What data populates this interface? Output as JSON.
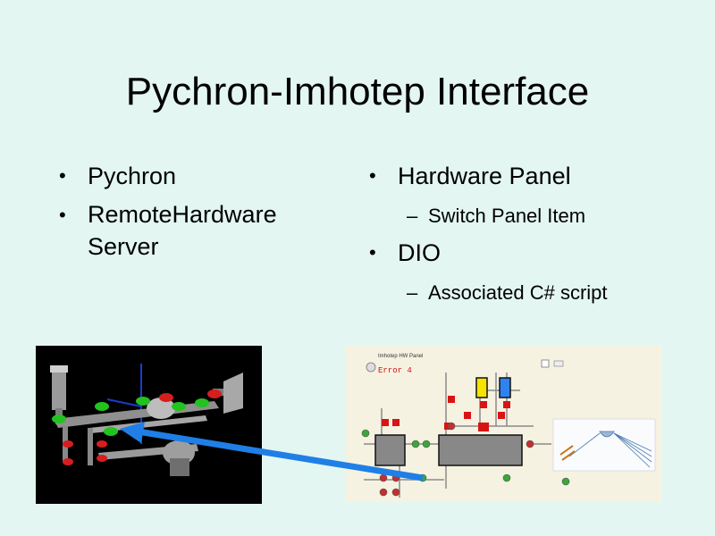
{
  "slide": {
    "title": "Pychron-Imhotep Interface",
    "left_bullets": [
      {
        "text": "Pychron"
      },
      {
        "text": "RemoteHardware\nServer"
      }
    ],
    "right_bullets": [
      {
        "text": "Hardware Panel",
        "sub": "Switch Panel Item"
      },
      {
        "text": "DIO",
        "sub": "Associated C# script"
      }
    ]
  },
  "hardware_panel": {
    "error_text": "Error 4",
    "header_text": "Imhotep HW Panel"
  },
  "colors": {
    "background": "#e3f6f2",
    "arrow": "#1f7fe6",
    "valve_green": "#22c21f",
    "valve_red": "#d61e1e"
  }
}
